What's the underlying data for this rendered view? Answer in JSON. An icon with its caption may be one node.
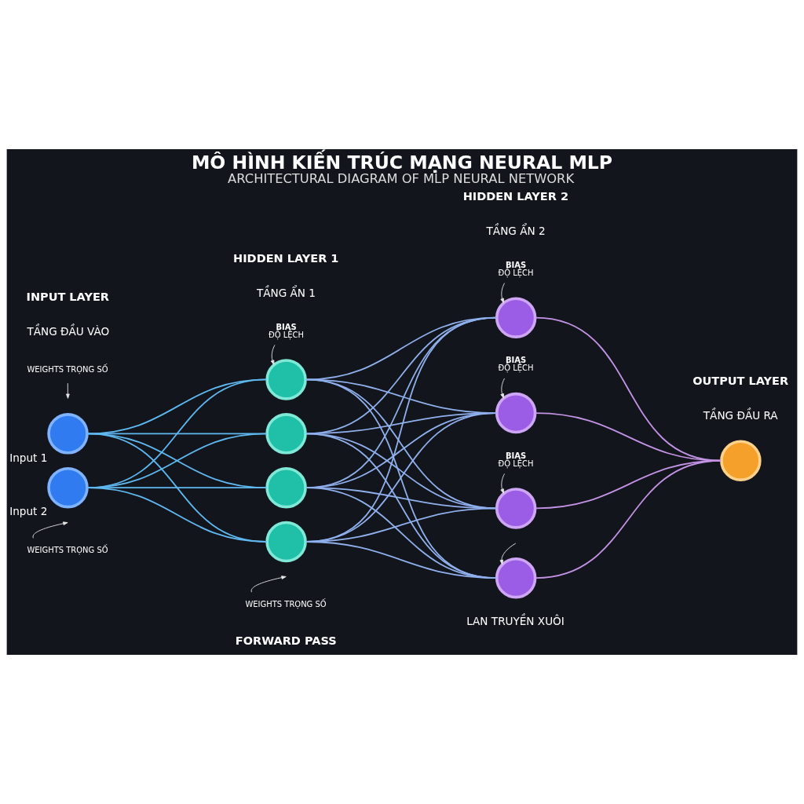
{
  "diagram": {
    "title": "MÔ HÌNH KIẾN TRÚC MẠNG NEURAL MLP",
    "nodes": [
      {
        "text": [],
        "shape": "circle",
        "beside": [
          "Input 1"
        ]
      },
      {
        "text": [],
        "shape": "circle",
        "beside": [
          "Input 2"
        ]
      },
      {
        "text": [],
        "shape": "circle"
      },
      {
        "text": [],
        "shape": "circle"
      },
      {
        "text": [],
        "shape": "circle"
      },
      {
        "text": [],
        "shape": "circle"
      },
      {
        "text": [],
        "shape": "circle"
      },
      {
        "text": [],
        "shape": "circle"
      },
      {
        "text": [],
        "shape": "circle"
      },
      {
        "text": [],
        "shape": "circle"
      },
      {
        "text": [],
        "shape": "circle"
      },
      {
        "text": [
          "WEIGHTS TRỌNG SỐ"
        ]
      },
      {
        "text": [
          "WEIGHTS TRỌNG SỐ"
        ]
      },
      {
        "text": [
          "WEIGHTS TRỌNG SỐ"
        ]
      },
      {
        "text": [
          "BIAS",
          "ĐỘ LỆCH"
        ]
      },
      {
        "text": [
          "BIAS",
          "ĐỘ LỆCH"
        ]
      },
      {
        "text": [
          "BIAS",
          "ĐỘ LỆCH"
        ]
      },
      {
        "text": [
          "BIAS",
          "ĐỘ LỆCH"
        ]
      }
    ],
    "edges": [
      {
        "from": 0,
        "to": 2,
        "arrow": "none",
        "color": "#5fb8f0"
      },
      {
        "from": 0,
        "to": 3,
        "arrow": "none",
        "color": "#5fb8f0"
      },
      {
        "from": 0,
        "to": 4,
        "arrow": "none",
        "color": "#5fb8f0"
      },
      {
        "from": 0,
        "to": 5,
        "arrow": "none",
        "color": "#5fb8f0"
      },
      {
        "from": 1,
        "to": 2,
        "arrow": "none",
        "color": "#5fb8f0"
      },
      {
        "from": 1,
        "to": 3,
        "arrow": "none",
        "color": "#5fb8f0"
      },
      {
        "from": 1,
        "to": 4,
        "arrow": "none",
        "color": "#5fb8f0"
      },
      {
        "from": 1,
        "to": 5,
        "arrow": "none",
        "color": "#5fb8f0"
      },
      {
        "from": 2,
        "to": 6,
        "arrow": "none"
      },
      {
        "from": 2,
        "to": 7,
        "arrow": "none"
      },
      {
        "from": 2,
        "to": 8,
        "arrow": "none"
      },
      {
        "from": 2,
        "to": 9,
        "arrow": "none"
      },
      {
        "from": 3,
        "to": 6,
        "arrow": "none"
      },
      {
        "from": 3,
        "to": 7,
        "arrow": "none"
      },
      {
        "from": 3,
        "to": 8,
        "arrow": "none"
      },
      {
        "from": 3,
        "to": 9,
        "arrow": "none"
      },
      {
        "from": 4,
        "to": 6,
        "arrow": "none"
      },
      {
        "from": 4,
        "to": 7,
        "arrow": "none"
      },
      {
        "from": 4,
        "to": 8,
        "arrow": "none"
      },
      {
        "from": 4,
        "to": 9,
        "arrow": "none"
      },
      {
        "from": 5,
        "to": 6,
        "arrow": "none"
      },
      {
        "from": 5,
        "to": 7,
        "arrow": "none"
      },
      {
        "from": 5,
        "to": 8,
        "arrow": "none"
      },
      {
        "from": 5,
        "to": 9,
        "arrow": "none"
      },
      {
        "from": 6,
        "to": 10,
        "arrow": "none",
        "color": "#c493e6"
      },
      {
        "from": 7,
        "to": 10,
        "arrow": "none",
        "color": "#c493e6"
      },
      {
        "from": 8,
        "to": 10,
        "arrow": "none",
        "color": "#c493e6"
      },
      {
        "from": 9,
        "to": 10,
        "arrow": "none",
        "color": "#c493e6"
      },
      {
        "from": 11,
        "to": null,
        "arrow": "to",
        "color": "#e6e6e6"
      },
      {
        "from": 12,
        "to": null,
        "arrow": "to",
        "color": "#e6e6e6"
      },
      {
        "from": 13,
        "to": null,
        "arrow": "to",
        "color": "#e6e6e6"
      },
      {
        "from": 14,
        "to": 2,
        "arrow": "to",
        "color": "#e6e6e6"
      },
      {
        "from": 15,
        "to": 6,
        "arrow": "to",
        "color": "#e6e6e6"
      },
      {
        "from": 16,
        "to": 7,
        "arrow": "to",
        "color": "#e6e6e6"
      },
      {
        "from": 17,
        "to": 8,
        "arrow": "to",
        "color": "#e6e6e6"
      },
      {
        "from": null,
        "to": 9,
        "arrow": "to",
        "color": "#e6e6e6"
      }
    ],
    "labels": [
      "ARCHITECTURAL DIAGRAM OF MLP NEURAL NETWORK",
      "INPUT LAYER",
      "TẦNG ĐẦU VÀO",
      "HIDDEN LAYER 1",
      "TẦNG ẨN 1",
      "HIDDEN LAYER 2",
      "TẦNG ẨN 2",
      "OUTPUT LAYER",
      "TẦNG ĐẦU RA",
      "FORWARD PASS",
      "LAN TRUYỀN XUÔI"
    ]
  }
}
